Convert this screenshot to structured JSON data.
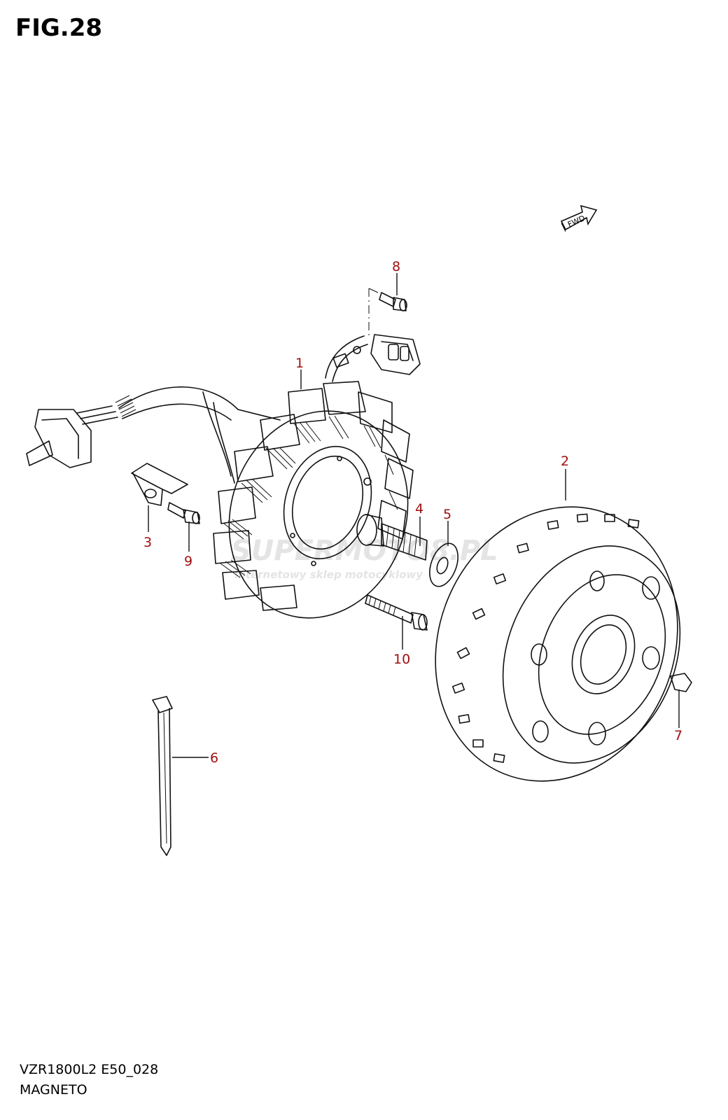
{
  "title": "FIG.28",
  "model_code": "VZR1800L2 E50_028",
  "subtitle": "MAGNETO",
  "fwd_label": "FWD",
  "watermark": {
    "main": "SUPERMOTO8.PL",
    "tagline": "internetowy sklep motocyklowy"
  },
  "callouts": [
    {
      "id": "1",
      "label": "1"
    },
    {
      "id": "2",
      "label": "2"
    },
    {
      "id": "3",
      "label": "3"
    },
    {
      "id": "4",
      "label": "4"
    },
    {
      "id": "5",
      "label": "5"
    },
    {
      "id": "6",
      "label": "6"
    },
    {
      "id": "7",
      "label": "7"
    },
    {
      "id": "8",
      "label": "8"
    },
    {
      "id": "9",
      "label": "9"
    },
    {
      "id": "10",
      "label": "10"
    }
  ],
  "colors": {
    "callout": "#a01010",
    "ink": "#111111",
    "watermark": "#e4e4e4"
  }
}
